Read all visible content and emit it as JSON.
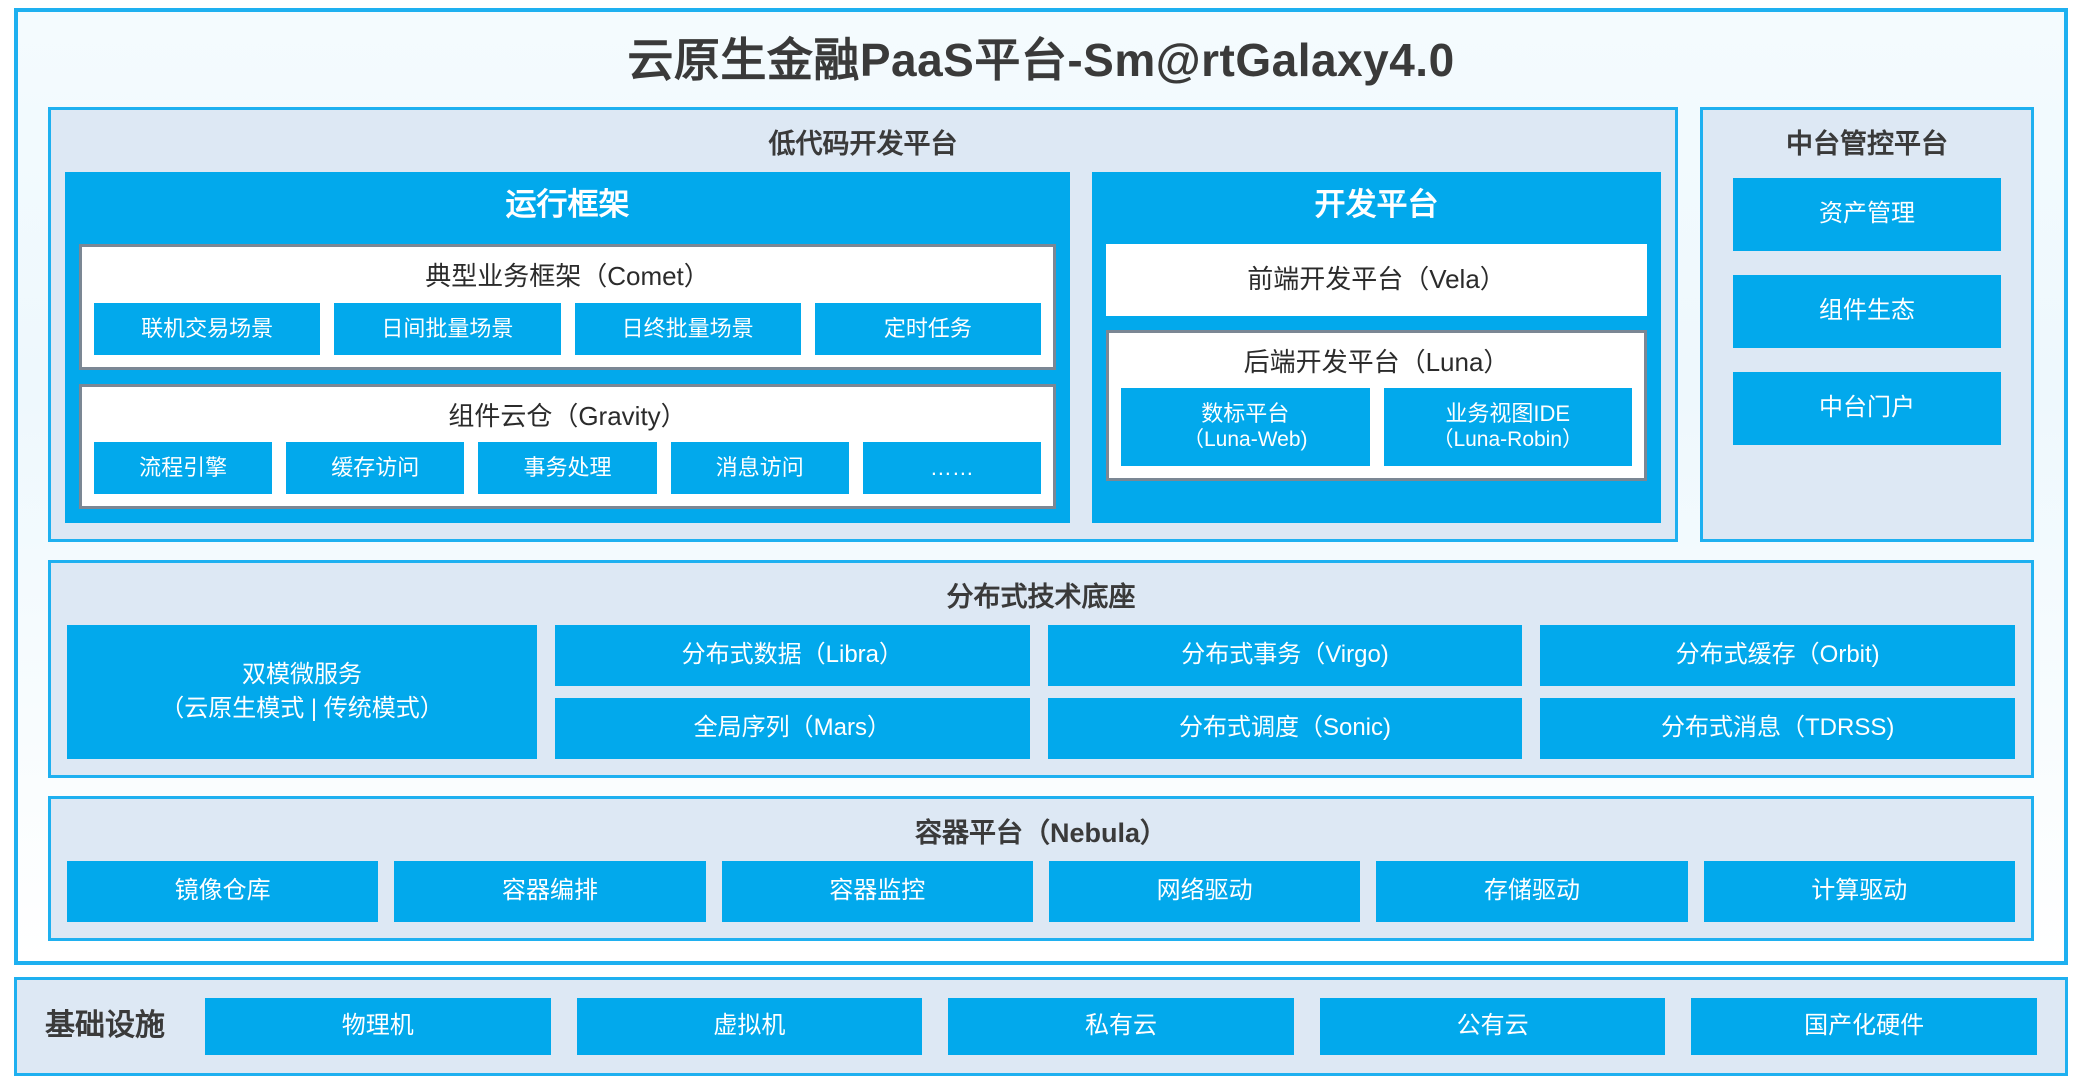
{
  "platform": {
    "title": "云原生金融PaaS平台-Sm@rtGalaxy4.0"
  },
  "colors": {
    "accent_blue": "#02a9ec",
    "frame_blue": "#1eb0f0",
    "panel_bg": "#dde8f4",
    "box_border_gray": "#7b8794",
    "text_dark": "#3a3a3a"
  },
  "lowcode": {
    "title": "低代码开发平台",
    "runtime": {
      "title": "运行框架",
      "comet": {
        "title": "典型业务框架（Comet）",
        "items": [
          "联机交易场景",
          "日间批量场景",
          "日终批量场景",
          "定时任务"
        ]
      },
      "gravity": {
        "title": "组件云仓（Gravity）",
        "items": [
          "流程引擎",
          "缓存访问",
          "事务处理",
          "消息访问",
          "……"
        ]
      }
    },
    "devplatform": {
      "title": "开发平台",
      "frontend": "前端开发平台（Vela）",
      "backend": {
        "title": "后端开发平台（Luna）",
        "items": [
          {
            "name": "数标平台",
            "code": "（Luna-Web)"
          },
          {
            "name": "业务视图IDE",
            "code": "（Luna-Robin）"
          }
        ]
      }
    }
  },
  "control_platform": {
    "title": "中台管控平台",
    "items": [
      "资产管理",
      "组件生态",
      "中台门户"
    ]
  },
  "distributed_base": {
    "title": "分布式技术底座",
    "dual_mode": {
      "line1": "双模微服务",
      "line2": "（云原生模式 | 传统模式）"
    },
    "columns": [
      [
        "分布式数据（Libra）",
        "全局序列（Mars）"
      ],
      [
        "分布式事务（Virgo)",
        "分布式调度（Sonic)"
      ],
      [
        "分布式缓存（Orbit)",
        "分布式消息（TDRSS)"
      ]
    ]
  },
  "container_platform": {
    "title": "容器平台（Nebula）",
    "items": [
      "镜像仓库",
      "容器编排",
      "容器监控",
      "网络驱动",
      "存储驱动",
      "计算驱动"
    ]
  },
  "infrastructure": {
    "label": "基础设施",
    "items": [
      "物理机",
      "虚拟机",
      "私有云",
      "公有云",
      "国产化硬件"
    ]
  }
}
